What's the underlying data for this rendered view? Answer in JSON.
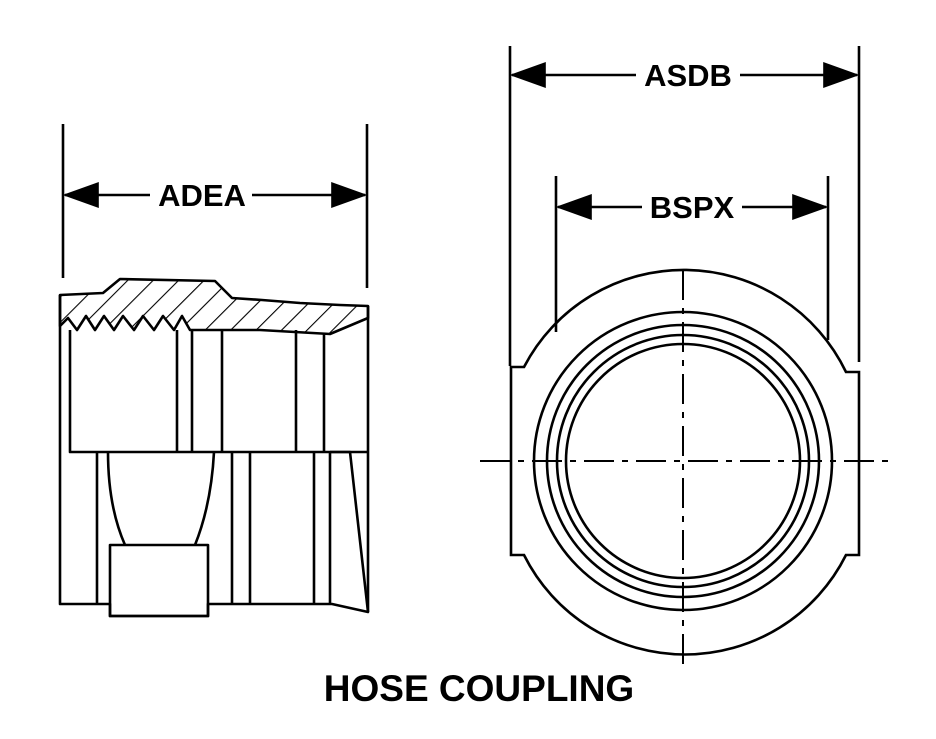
{
  "title": "HOSE COUPLING",
  "dimensions": {
    "side_view_width": "ADEA",
    "end_view_outer": "ASDB",
    "end_view_inner": "BSPX"
  }
}
